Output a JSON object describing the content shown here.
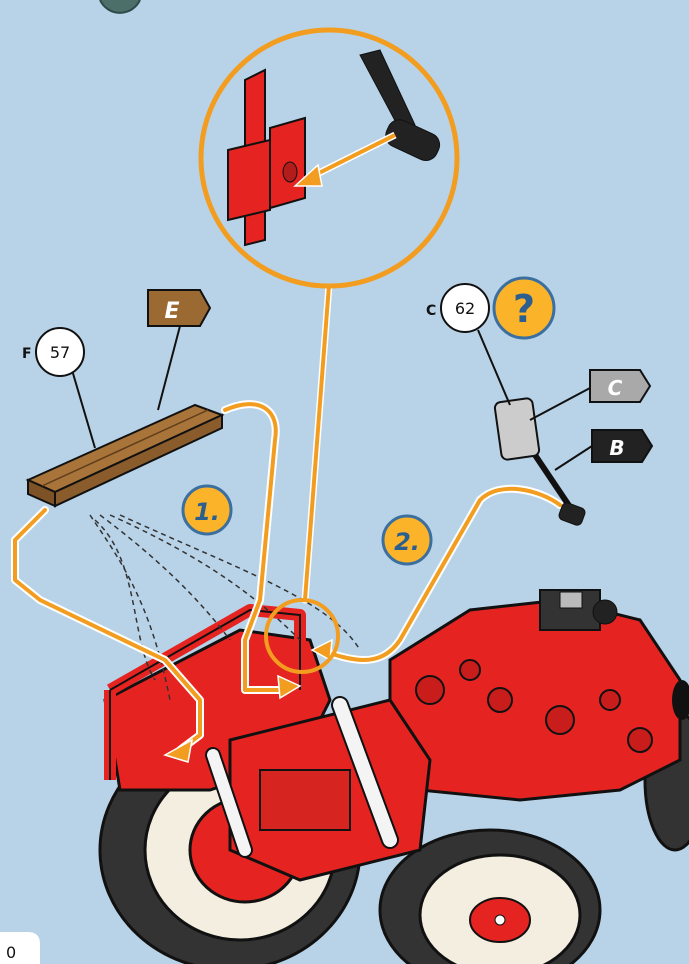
{
  "labels": {
    "part_f_letter": "F",
    "part_f_number": "57",
    "part_c_letter": "C",
    "part_c_number": "62",
    "flag_e": "E",
    "flag_c": "C",
    "flag_b": "B",
    "step_1": "1.",
    "step_2": "2.",
    "question_mark": "?",
    "page_number": "0"
  },
  "colors": {
    "background": "#b8d3e8",
    "tractor_red": "#e52421",
    "orange_accent": "#f29d1f",
    "wood_brown": "#9a6a32",
    "dark_flag": "#222222",
    "grey_flag": "#a9a9a9"
  }
}
